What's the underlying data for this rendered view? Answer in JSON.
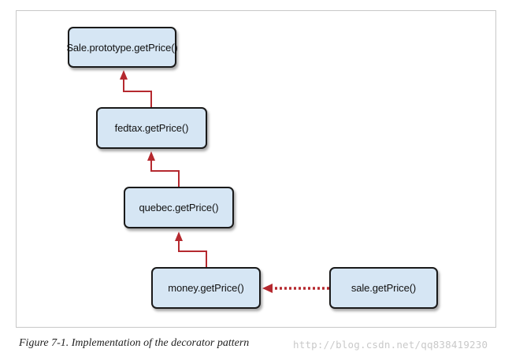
{
  "diagram": {
    "nodes": {
      "sale_prototype": "Sale.prototype.getPrice()",
      "fedtax": "fedtax.getPrice()",
      "quebec": "quebec.getPrice()",
      "money": "money.getPrice()",
      "sale": "sale.getPrice()"
    },
    "edges": [
      {
        "from": "fedtax",
        "to": "sale_prototype",
        "style": "solid"
      },
      {
        "from": "quebec",
        "to": "fedtax",
        "style": "solid"
      },
      {
        "from": "money",
        "to": "quebec",
        "style": "solid"
      },
      {
        "from": "sale",
        "to": "money",
        "style": "dotted"
      }
    ],
    "colors": {
      "node_fill": "#d6e6f4",
      "node_border": "#1a1a1a",
      "arrow": "#b5292f"
    }
  },
  "caption": "Figure 7-1. Implementation of the decorator pattern",
  "watermark": "http://blog.csdn.net/qq838419230"
}
